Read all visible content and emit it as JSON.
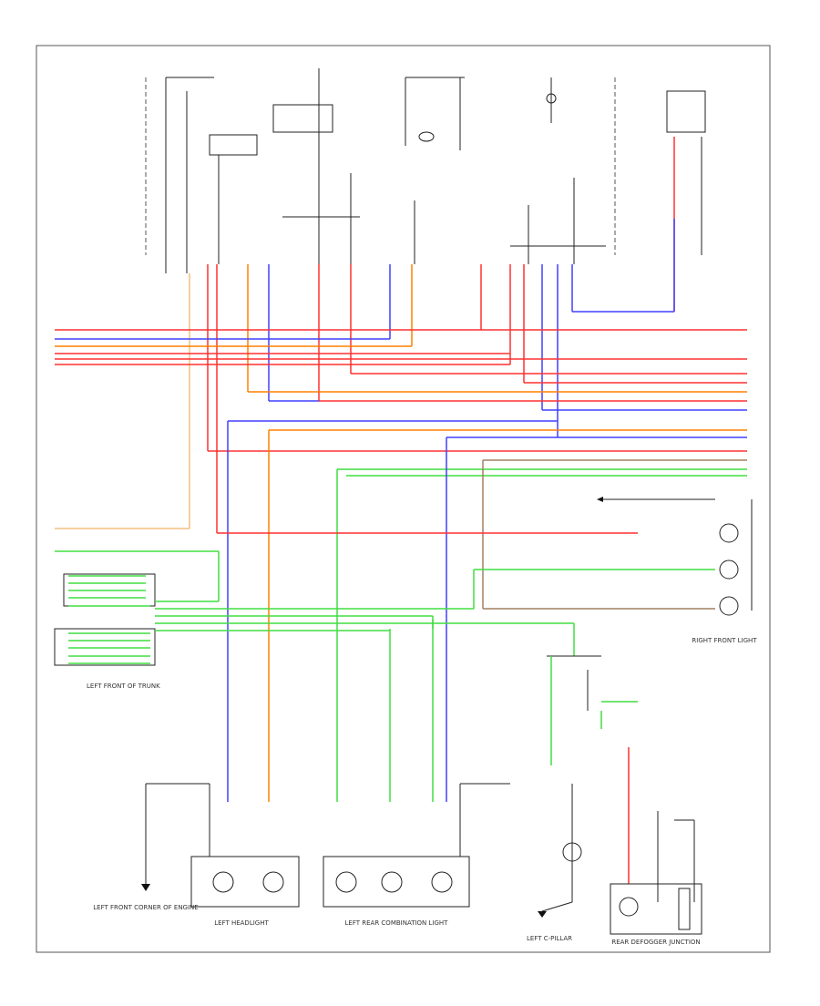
{
  "page_code": "",
  "labels": {
    "left_headlight": "LEFT HEADLIGHT",
    "left_rear_combination_light": "LEFT REAR COMBINATION LIGHT",
    "left_front_corner_of_trunk": "LEFT FRONT OF TRUNK",
    "left_front_corner_engine": "LEFT FRONT CORNER OF ENGINE",
    "left_c_pillar": "LEFT C-PILLAR",
    "rear_defogger_junction": "REAR DEFOGGER JUNCTION",
    "right_front_light": "RIGHT FRONT LIGHT"
  },
  "colors": {
    "red": "#ff3030",
    "orange": "#ff8000",
    "blue": "#4040ff",
    "green": "#40dd40",
    "tan": "#f0c080",
    "brown": "#a08060",
    "black": "#222222",
    "frame": "#555555"
  }
}
